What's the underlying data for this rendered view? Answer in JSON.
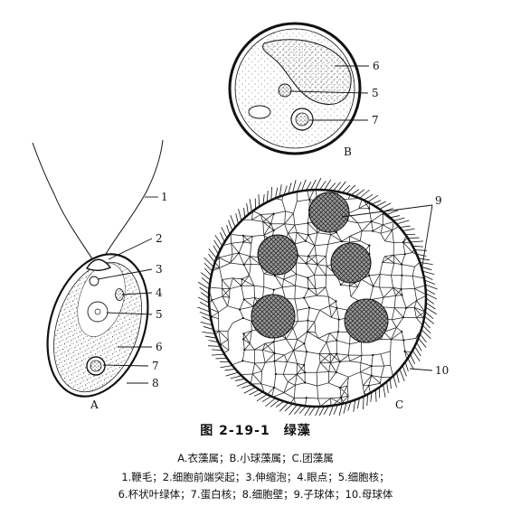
{
  "figure": {
    "panels": {
      "a": "A",
      "b": "B",
      "c": "C"
    },
    "labels": [
      "1",
      "2",
      "3",
      "4",
      "5",
      "6",
      "7",
      "8",
      "9",
      "10"
    ]
  },
  "caption": {
    "title": "图 2-19-1　绿藻",
    "subtitle": "A.衣藻属；B.小球藻属；C.团藻属",
    "legend_line1": "1.鞭毛；2.细胞前端突起；3.伸缩泡；4.眼点；5.细胞核；",
    "legend_line2": "6.杯状叶绿体；7.蛋白核；8.细胞壁；9.子球体；10.母球体"
  },
  "colors": {
    "ink": "#111111",
    "background": "#ffffff"
  }
}
